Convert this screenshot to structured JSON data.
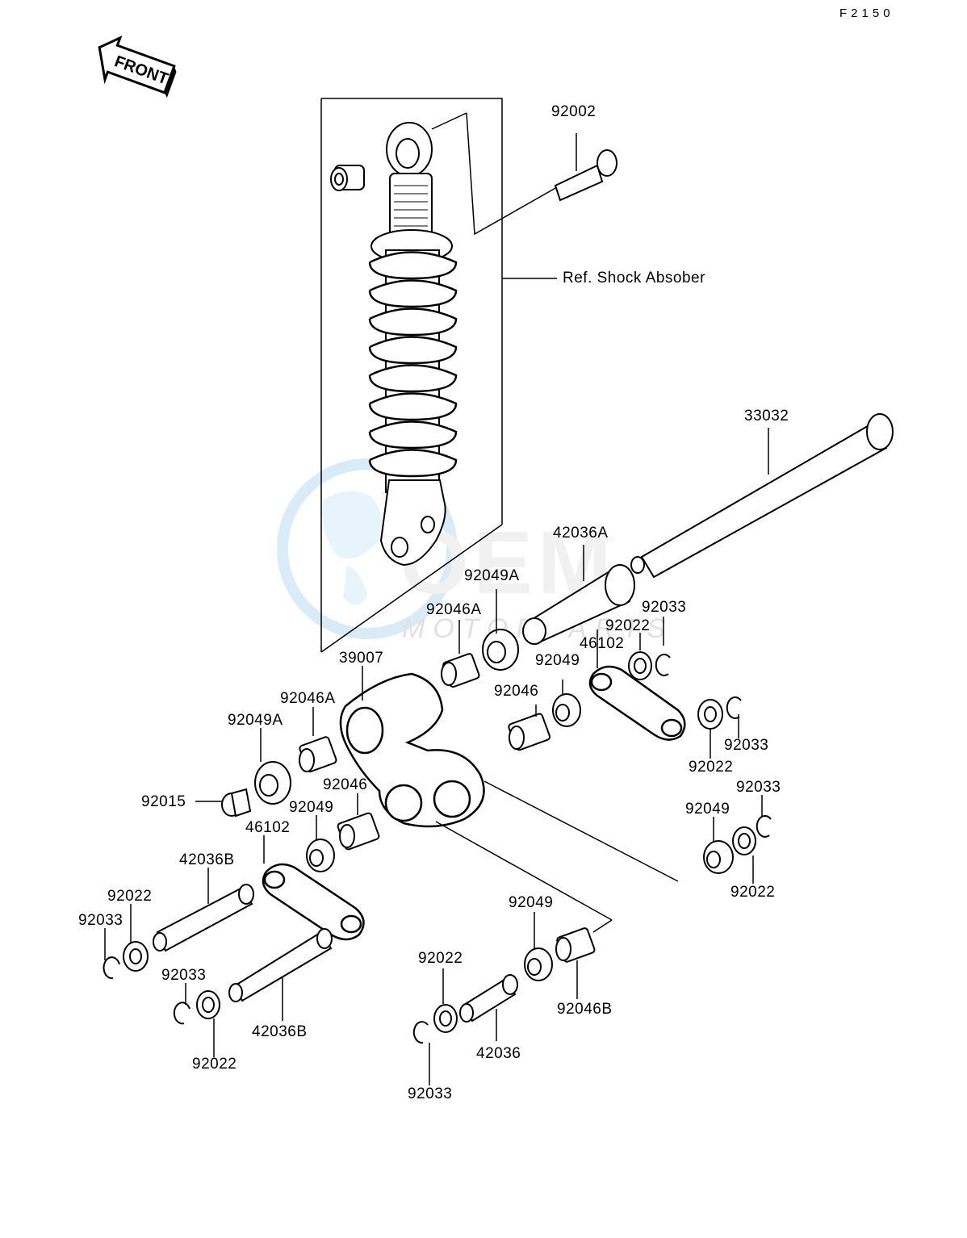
{
  "page_code": "F2150",
  "front_arrow_text": "FRONT",
  "reference_label": "Ref. Shock Absober",
  "watermark": {
    "brand": "OEM",
    "sub": "MOTORPARTS"
  },
  "parts": [
    {
      "id": "p-92002",
      "num": "92002"
    },
    {
      "id": "p-33032",
      "num": "33032"
    },
    {
      "id": "p-42036A",
      "num": "42036A"
    },
    {
      "id": "p-92049A-top",
      "num": "92049A"
    },
    {
      "id": "p-92046A-top",
      "num": "92046A"
    },
    {
      "id": "p-92033-a",
      "num": "92033"
    },
    {
      "id": "p-92022-a",
      "num": "92022"
    },
    {
      "id": "p-46102-right",
      "num": "46102"
    },
    {
      "id": "p-92049-a",
      "num": "92049"
    },
    {
      "id": "p-92046-a",
      "num": "92046"
    },
    {
      "id": "p-39007",
      "num": "39007"
    },
    {
      "id": "p-92046A-left",
      "num": "92046A"
    },
    {
      "id": "p-92049A-left",
      "num": "92049A"
    },
    {
      "id": "p-92033-b",
      "num": "92033"
    },
    {
      "id": "p-92022-b",
      "num": "92022"
    },
    {
      "id": "p-92015",
      "num": "92015"
    },
    {
      "id": "p-92046-b",
      "num": "92046"
    },
    {
      "id": "p-92049-b",
      "num": "92049"
    },
    {
      "id": "p-46102-left",
      "num": "46102"
    },
    {
      "id": "p-92033-c",
      "num": "92033"
    },
    {
      "id": "p-92049-c",
      "num": "92049"
    },
    {
      "id": "p-42036B-a",
      "num": "42036B"
    },
    {
      "id": "p-92022-c",
      "num": "92022"
    },
    {
      "id": "p-92022-d",
      "num": "92022"
    },
    {
      "id": "p-92033-d",
      "num": "92033"
    },
    {
      "id": "p-92033-e",
      "num": "92033"
    },
    {
      "id": "p-92022-e",
      "num": "92022"
    },
    {
      "id": "p-42036B-b",
      "num": "42036B"
    },
    {
      "id": "p-92049-d",
      "num": "92049"
    },
    {
      "id": "p-92022-f",
      "num": "92022"
    },
    {
      "id": "p-92046B",
      "num": "92046B"
    },
    {
      "id": "p-42036",
      "num": "42036"
    },
    {
      "id": "p-92033-f",
      "num": "92033"
    }
  ]
}
